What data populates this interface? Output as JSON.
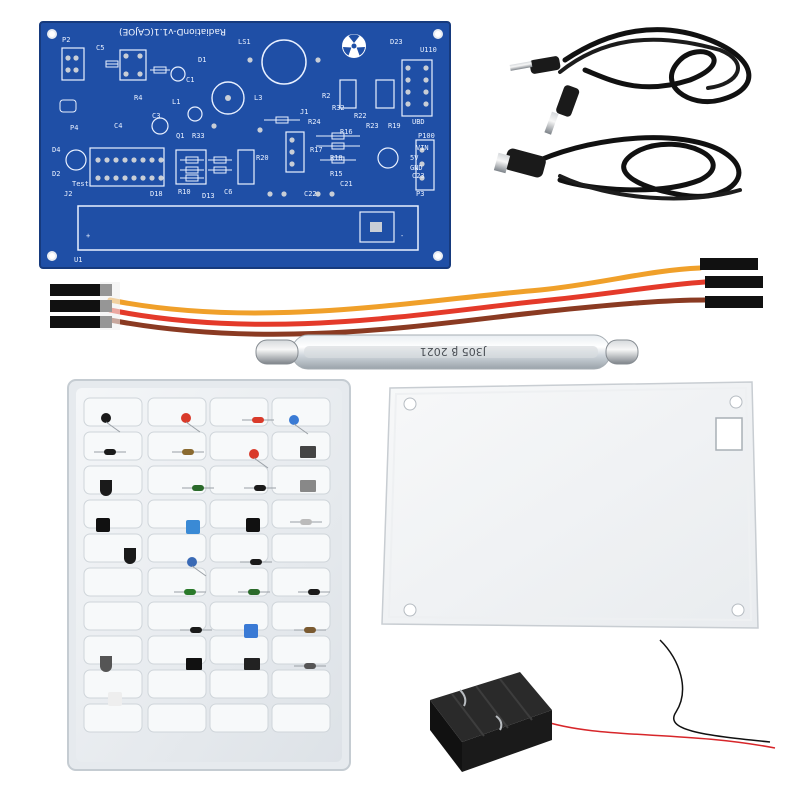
{
  "scene": {
    "subject": "Geiger counter DIY kit components",
    "items": [
      "blue PCB",
      "3.5mm audio cable",
      "USB power cable",
      "jumper wires",
      "Geiger-Muller tube",
      "component tray",
      "acrylic cover plate",
      "3xAA battery holder"
    ]
  },
  "pcb": {
    "title": "RadiationD-v1.1(CAJOE)",
    "labels": [
      "P2",
      "C5",
      "U1",
      "L3",
      "LS1",
      "D23",
      "U110",
      "R4",
      "C4",
      "C3",
      "C1",
      "D1",
      "Q1",
      "L1",
      "R33",
      "R16",
      "R22",
      "R23",
      "R19",
      "C23",
      "VIN",
      "5V",
      "GND",
      "P3",
      "J1",
      "R20",
      "C6",
      "R17",
      "R10",
      "D13",
      "D18",
      "R15",
      "R18",
      "C21",
      "C22",
      "J2",
      "Test",
      "D2",
      "D4",
      "P4",
      "R24",
      "R32",
      "R2",
      "UBD",
      "P100"
    ],
    "colors": {
      "board": "#1f4fa6",
      "silk": "#e8f0ff",
      "pad": "#c9ced6"
    }
  },
  "tube": {
    "marking": "J305 β 2021"
  }
}
